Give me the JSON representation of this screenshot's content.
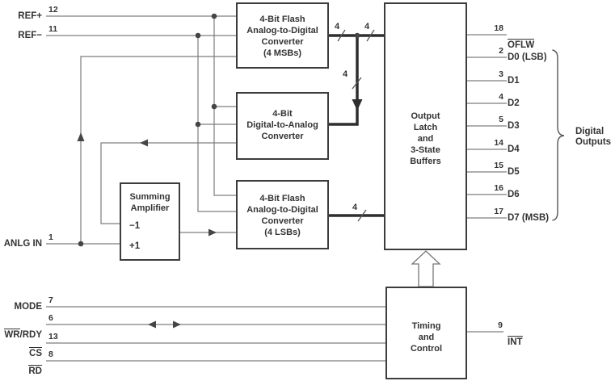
{
  "blocks": {
    "msb_adc": {
      "label": "4-Bit Flash\nAnalog-to-Digital\nConverter\n(4 MSBs)"
    },
    "dac": {
      "label": "4-Bit\nDigital-to-Analog\nConverter"
    },
    "lsb_adc": {
      "label": "4-Bit Flash\nAnalog-to-Digital\nConverter\n(4 LSBs)"
    },
    "summing": {
      "title": "Summing\nAmplifier",
      "neg_input": "−1",
      "pos_input": "+1"
    },
    "latch": {
      "label": "Output\nLatch\nand\n3-State\nBuffers"
    },
    "timing": {
      "label": "Timing\nand\nControl"
    }
  },
  "left_pins": {
    "ref_plus": {
      "name": "REF+",
      "pin": "12"
    },
    "ref_minus": {
      "name": "REF−",
      "pin": "11"
    },
    "anlg_in": {
      "name": "ANLG IN",
      "pin": "1"
    },
    "mode": {
      "name": "MODE",
      "pin": "7"
    },
    "wr_rdy": {
      "name_ov": "WR",
      "name_rest": "/RDY",
      "pin": "6"
    },
    "cs": {
      "name": "CS",
      "pin": "13"
    },
    "rd": {
      "name": "RD",
      "pin": "8"
    }
  },
  "right_pins": [
    {
      "pin": "18",
      "label": "OFLW"
    },
    {
      "pin": "2",
      "label": "D0 (LSB)"
    },
    {
      "pin": "3",
      "label": "D1"
    },
    {
      "pin": "4",
      "label": "D2"
    },
    {
      "pin": "5",
      "label": "D3"
    },
    {
      "pin": "14",
      "label": "D4"
    },
    {
      "pin": "15",
      "label": "D5"
    },
    {
      "pin": "16",
      "label": "D6"
    },
    {
      "pin": "17",
      "label": "D7 (MSB)"
    }
  ],
  "int_pin": {
    "pin": "9",
    "label": "INT"
  },
  "bus_labels": {
    "msb_out": "4",
    "latch_in": "4",
    "dac_in": "4",
    "lsb_out": "4"
  },
  "annotations": {
    "digital_outputs": "Digital\nOutputs"
  },
  "colors": {
    "wire": "#7d7d7d",
    "bus": "#2e2e2e",
    "border": "#3c3c3c",
    "text": "#333333",
    "background": "#ffffff"
  }
}
